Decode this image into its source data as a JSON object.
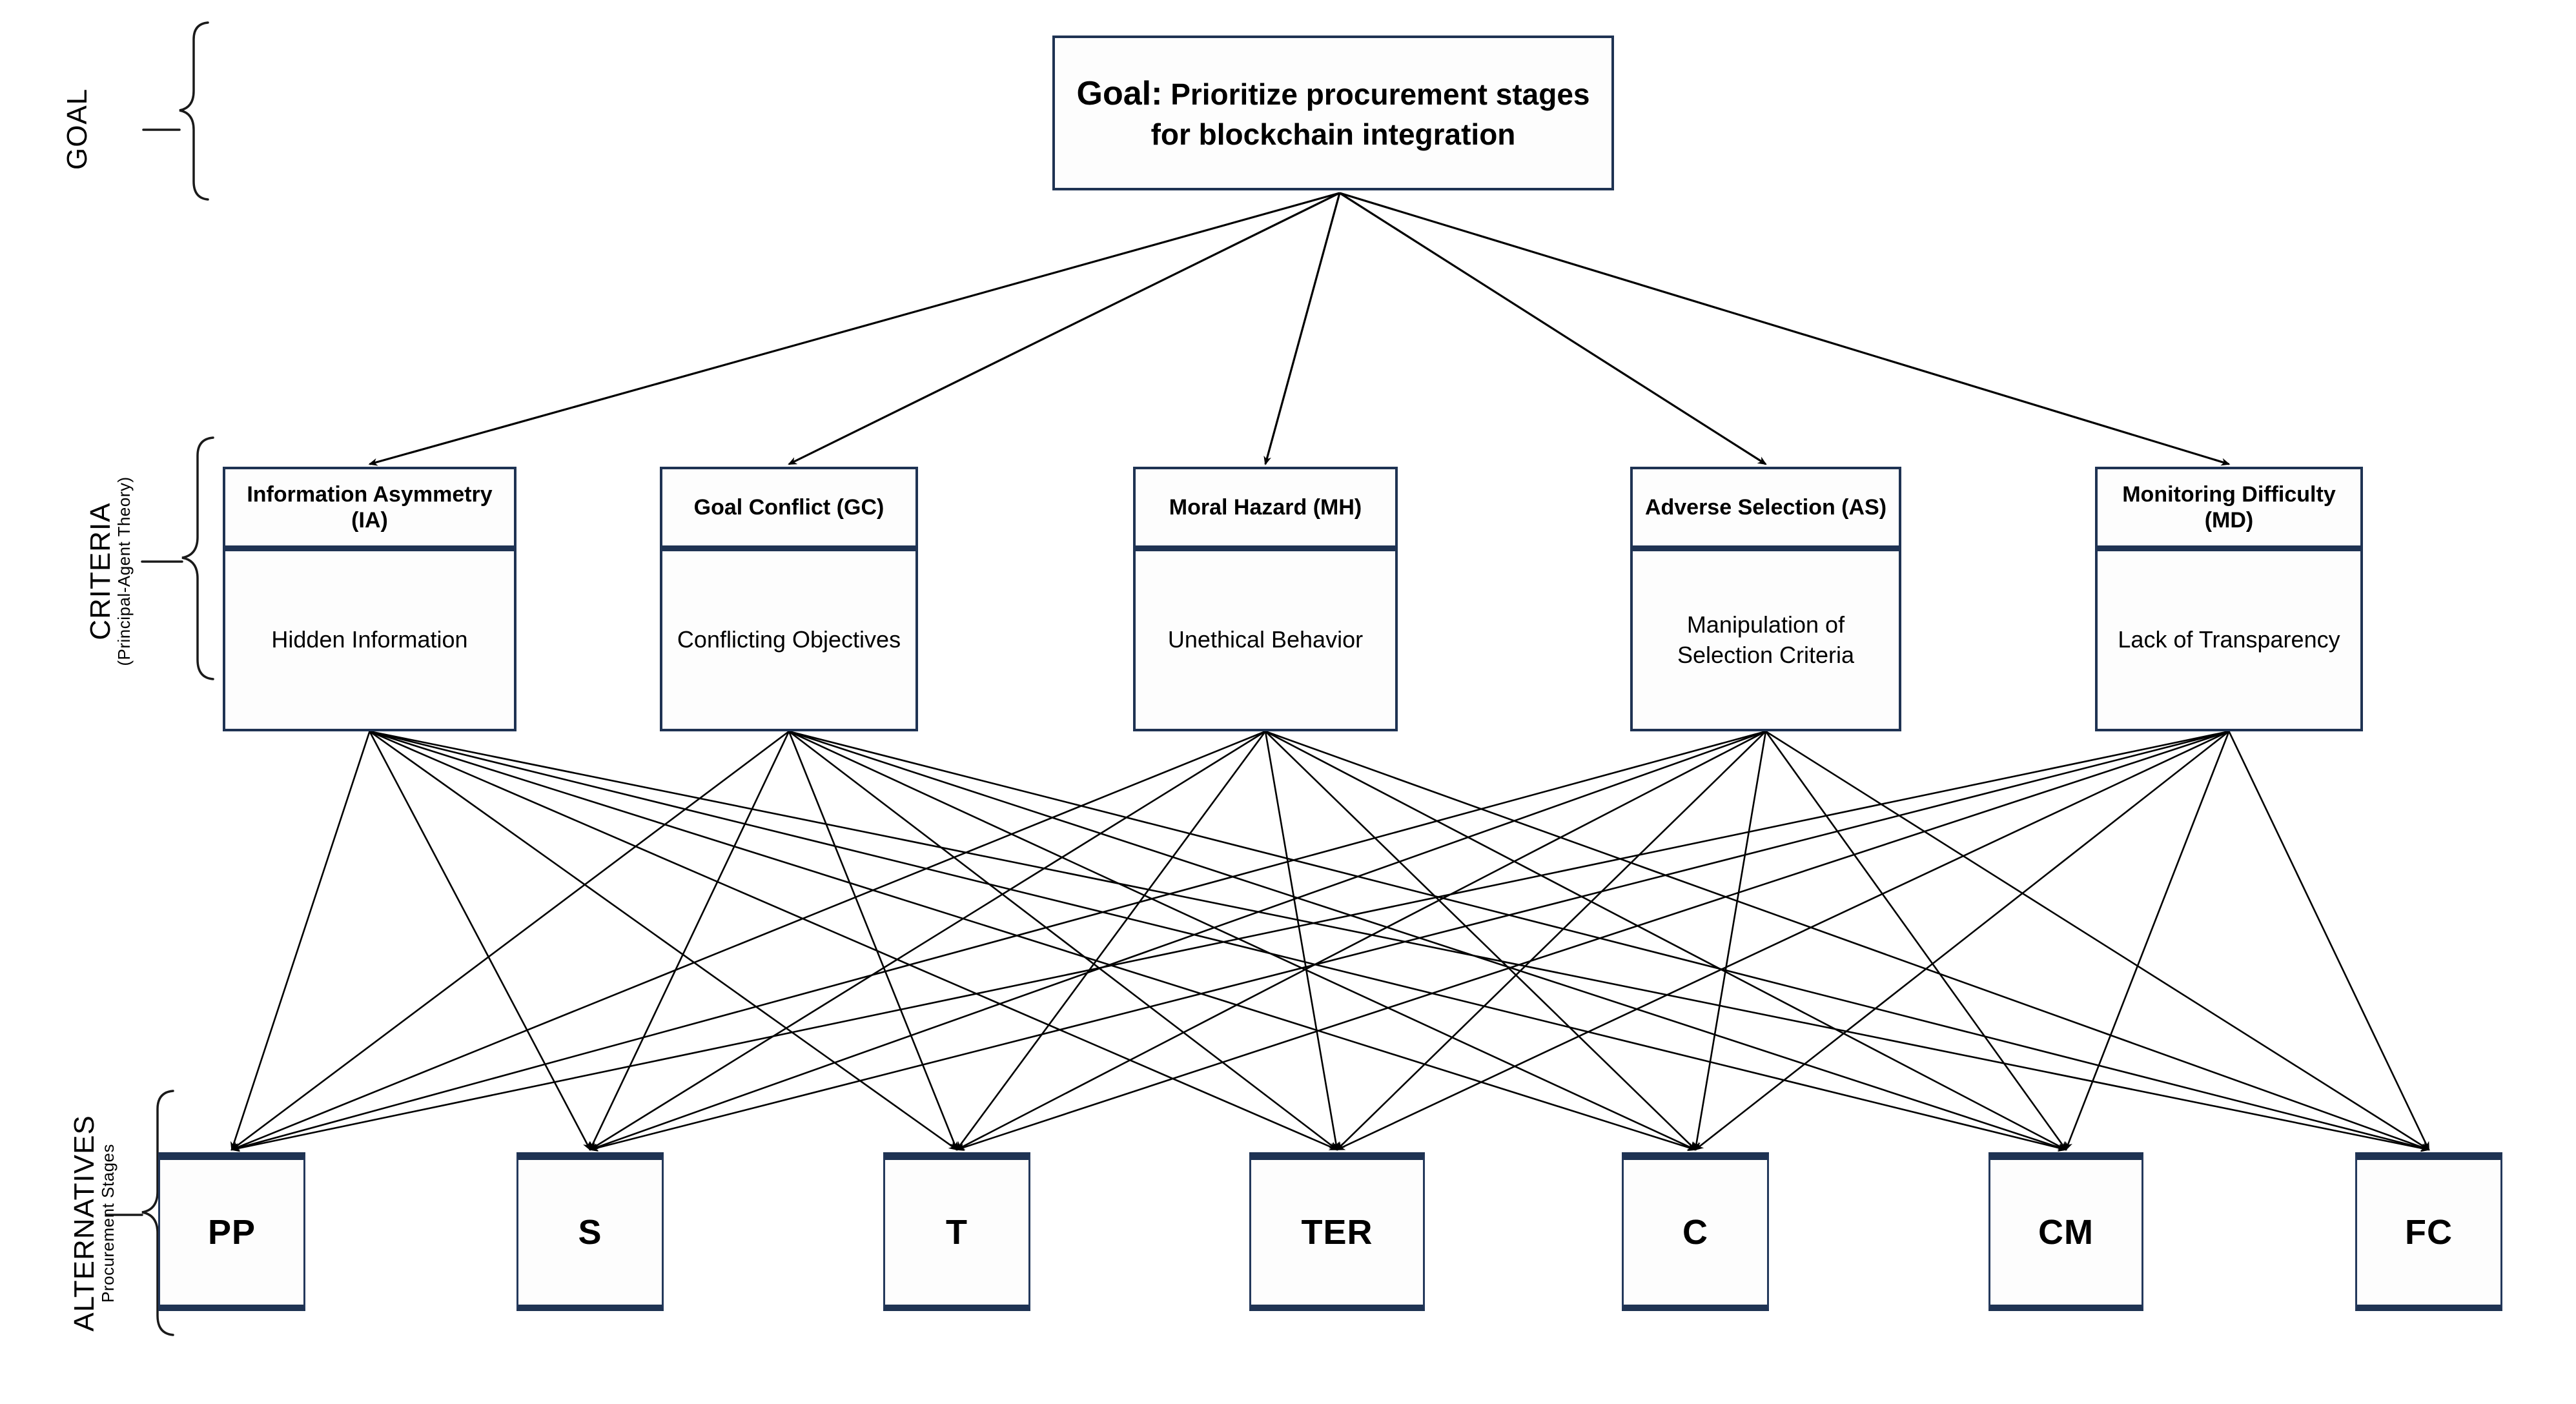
{
  "tiers": [
    {
      "id": "goal",
      "main": "GOAL",
      "sub": ""
    },
    {
      "id": "criteria",
      "main": "CRITERIA",
      "sub": "(Principal-Agent Theory)"
    },
    {
      "id": "alternatives",
      "main": "ALTERNATIVES",
      "sub": "Procurement Stages"
    }
  ],
  "goal": {
    "lead": "Goal:",
    "text": "Prioritize procurement stages for blockchain integration",
    "full": "Goal: Prioritize procurement stages for blockchain integration"
  },
  "criteria": [
    {
      "code": "IA",
      "title": "Information Asymmetry (IA)",
      "sub": "Hidden Information"
    },
    {
      "code": "GC",
      "title": "Goal Conflict (GC)",
      "sub": "Conflicting Objectives"
    },
    {
      "code": "MH",
      "title": "Moral Hazard (MH)",
      "sub": "Unethical Behavior"
    },
    {
      "code": "AS",
      "title": "Adverse Selection (AS)",
      "sub": "Manipulation of Selection Criteria"
    },
    {
      "code": "MD",
      "title": "Monitoring Difficulty (MD)",
      "sub": "Lack of Transparency"
    }
  ],
  "alternatives": [
    {
      "code": "PP"
    },
    {
      "code": "S"
    },
    {
      "code": "T"
    },
    {
      "code": "TER"
    },
    {
      "code": "C"
    },
    {
      "code": "CM"
    },
    {
      "code": "FC"
    }
  ],
  "colors": {
    "box_border": "#1f3353",
    "line": "#000000",
    "background": "#ffffff",
    "text": "#000000"
  }
}
